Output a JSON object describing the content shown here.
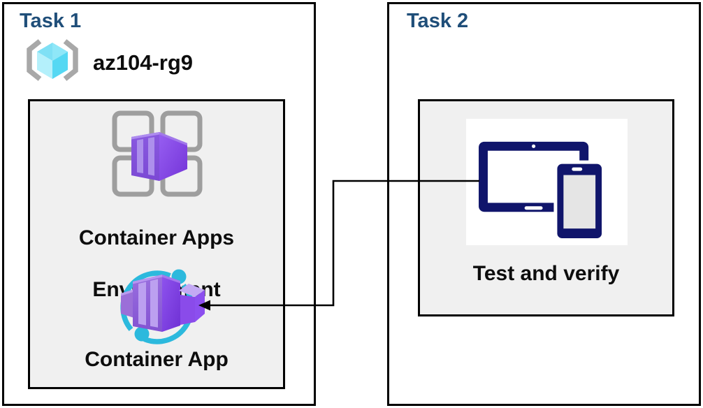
{
  "task1": {
    "title": "Task 1",
    "resource_group": {
      "name": "az104-rg9",
      "icon": "resource-group-icon"
    },
    "environment": {
      "label_line1": "Container Apps",
      "label_line2": "Environment",
      "icon": "container-apps-environment-icon"
    },
    "container_app": {
      "label": "Container App",
      "icon": "container-app-icon"
    }
  },
  "task2": {
    "title": "Task 2",
    "test_and_verify": {
      "label": "Test and verify",
      "icon": "tablet-phone-icon"
    }
  },
  "connector": {
    "from": "task2-test-and-verify",
    "to": "task1-container-app",
    "shape": "elbow-arrow-left"
  },
  "colors": {
    "task-title": "#1F4E79",
    "border": "#000000",
    "panel-fill": "#F0F0F0",
    "label-text": "#0D0D0D",
    "canvas-bg": "#FFFFFF",
    "grid-gray": "#9E9E9E",
    "bracket-gray": "#A8A8A8",
    "ring-cyan": "#2CB9DD",
    "cube-cyan-light": "#B4F0FB",
    "cube-cyan-mid": "#7FE3F7",
    "cube-cyan-dark": "#44D2F1",
    "container-purple": "#8458DC",
    "container-purple-stripe": "#AD90EC",
    "container-purple-bright": "#8B4FEF",
    "device-navy": "#10156B",
    "device-screen": "#E5E5E5"
  }
}
